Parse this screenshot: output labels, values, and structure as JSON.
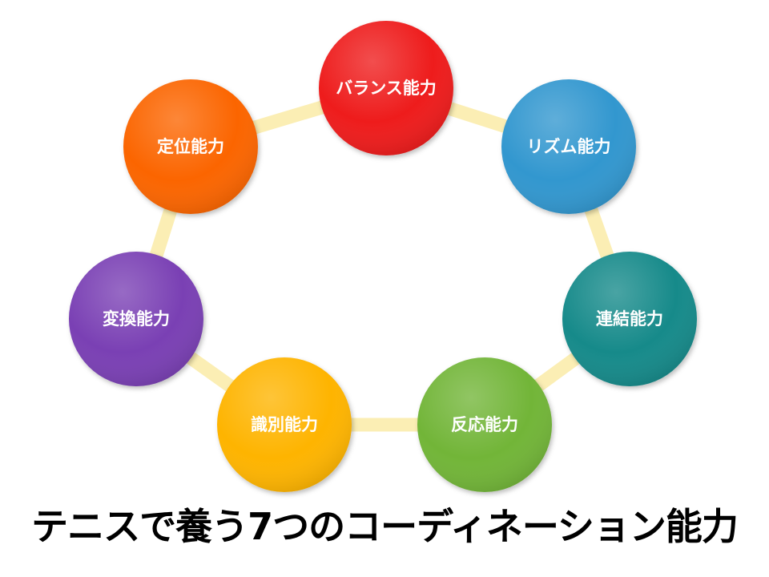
{
  "colors": {
    "ring": "#fbeeb4",
    "label": "#ffffff"
  },
  "nodes": [
    {
      "label": "バランス能力",
      "color": "#ee1c1c"
    },
    {
      "label": "リズム能力",
      "color": "#3397cf"
    },
    {
      "label": "連結能力",
      "color": "#138a8a"
    },
    {
      "label": "反応能力",
      "color": "#72b537"
    },
    {
      "label": "識別能力",
      "color": "#feb405"
    },
    {
      "label": "変換能力",
      "color": "#7a40b4"
    },
    {
      "label": "定位能力",
      "color": "#fb6506"
    }
  ],
  "caption": "テニスで養う7つのコーディネーション能力"
}
